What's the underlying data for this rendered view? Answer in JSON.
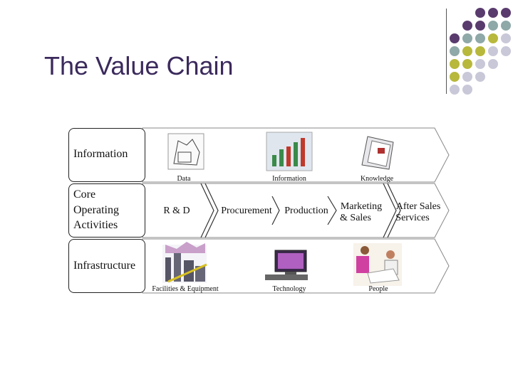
{
  "slide": {
    "title": "The Value Chain"
  },
  "colors": {
    "title": "#3b2a5c",
    "dot_purple": "#5a3b6e",
    "dot_teal": "#8fa8a8",
    "dot_olive": "#b8b83c",
    "dot_lavender": "#c8c8d8"
  },
  "rows": {
    "information": {
      "label": "Information",
      "items": [
        "Data",
        "Information",
        "Knowledge"
      ]
    },
    "core": {
      "label": "Core Operating Activities",
      "label_lines": [
        "Core",
        "Operating",
        "Activities"
      ],
      "stages": [
        "R & D",
        "Procurement",
        "Production",
        "Marketing & Sales",
        "After Sales Services"
      ],
      "stage_lines": [
        [
          "R & D"
        ],
        [
          "Procurement"
        ],
        [
          "Production"
        ],
        [
          "Marketing",
          "& Sales"
        ],
        [
          "After Sales",
          "Services"
        ]
      ]
    },
    "infrastructure": {
      "label": "Infrastructure",
      "items": [
        "Facilities & Equipment",
        "Technology",
        "People"
      ]
    }
  }
}
